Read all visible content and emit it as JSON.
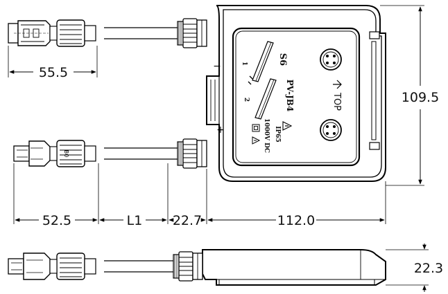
{
  "dimensions": {
    "top_connector_length": "55.5",
    "left_connector_length": "52.5",
    "cable_length": "L1",
    "gland_offset": "22.7",
    "box_width": "112.0",
    "box_height": "109.5",
    "box_thickness": "22.3"
  },
  "markings": {
    "model": "PV-JB4",
    "rating": "1000V DC",
    "ip_rating": "IP65",
    "series_code": "S6",
    "top_arrow": "TOP",
    "diode_1": "1",
    "diode_2": "2",
    "polarity_negative": "−",
    "polarity_positive": "+",
    "connector_mark": "B0"
  },
  "icons": [
    "class-ii-double-square-icon",
    "warning-triangle-icon",
    "hazard-triangle-icon",
    "arrow-up-icon"
  ]
}
